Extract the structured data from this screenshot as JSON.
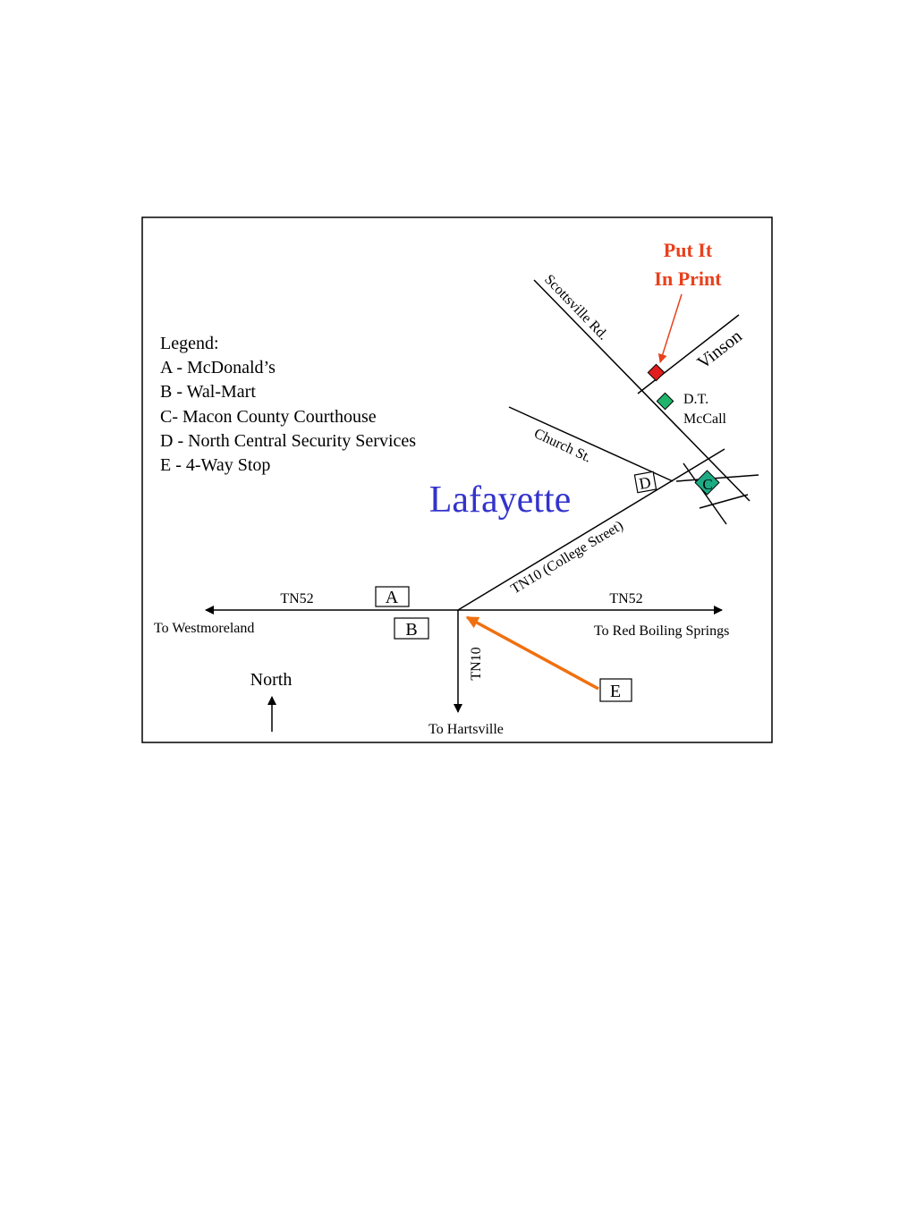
{
  "legend": {
    "title": "Legend:",
    "items": [
      "A - McDonald’s",
      "B - Wal-Mart",
      "C- Macon County Courthouse",
      "D - North Central Security Services",
      "E - 4-Way Stop"
    ]
  },
  "town": "Lafayette",
  "callout": {
    "line1": "Put It",
    "line2": "In Print",
    "color": "#e8401c"
  },
  "roads": {
    "scottsville": "Scottsville Rd.",
    "vinson": "Vinson",
    "church": "Church St.",
    "college": "TN10 (College Street)",
    "tn52_west": "TN52",
    "tn52_east": "TN52",
    "tn10_south": "TN10"
  },
  "destinations": {
    "west": "To Westmoreland",
    "east": "To Red Boiling Springs",
    "south": "To Hartsville"
  },
  "poi": {
    "dt_line1": "D.T.",
    "dt_line2": "McCall"
  },
  "markers": {
    "a": "A",
    "b": "B",
    "c": "C",
    "d": "D",
    "e": "E"
  },
  "north": "North",
  "colors": {
    "town_label": "#3333cc",
    "put_it_in_print_marker": "#e11d1d",
    "green_marker": "#1fb36b",
    "courthouse_marker": "#1cab84",
    "stop_arrow": "#f07010"
  }
}
